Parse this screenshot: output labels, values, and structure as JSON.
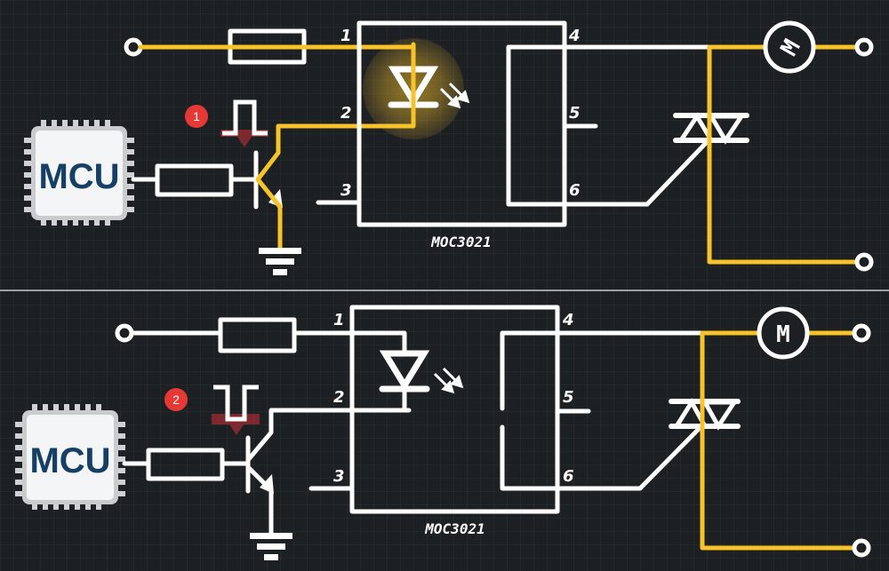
{
  "colors": {
    "background": "#1d2023",
    "wire": "#ffffff",
    "active_current": "#f8c22a",
    "badge": "#e53935",
    "mcu_text": "#163f66",
    "pulse_marker": "#a8323a"
  },
  "panels": [
    {
      "step_badge": "1",
      "mcu_label": "MCU",
      "pulse_state": "rising-pulse-high",
      "chip": {
        "name": "MOC3021",
        "pins": [
          "1",
          "2",
          "3",
          "4",
          "5",
          "6"
        ],
        "led_active": true
      },
      "motor_label": "M",
      "motor_rotating": true,
      "current_flowing": true
    },
    {
      "step_badge": "2",
      "mcu_label": "MCU",
      "pulse_state": "pulse-low",
      "chip": {
        "name": "MOC3021",
        "pins": [
          "1",
          "2",
          "3",
          "4",
          "5",
          "6"
        ],
        "led_active": false
      },
      "motor_label": "M",
      "motor_rotating": false,
      "current_flowing": true
    }
  ]
}
